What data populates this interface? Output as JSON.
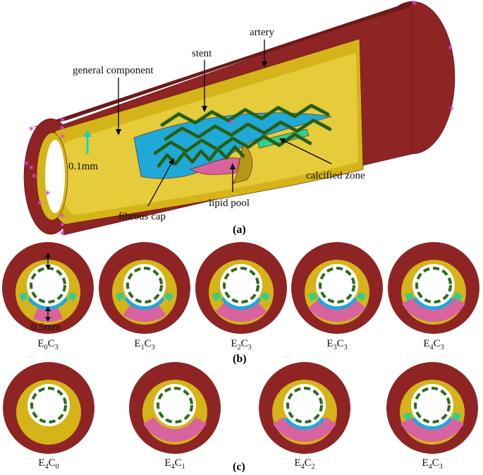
{
  "colors": {
    "artery": "#8E2424",
    "artery_dark": "#6E1A1A",
    "general_component": "#D4B418",
    "general_component_light": "#E6CB3A",
    "fibrous_cap": "#1EA9D8",
    "lipid_pool": "#D9639E",
    "calcified_zone": "#2FCF90",
    "stent": "#2E6B1E",
    "stent_dark": "#1E4A12",
    "marker": "#E040E0",
    "arrow_cyan": "#19D3C5"
  },
  "panel_a": {
    "label": "(a)",
    "callouts": {
      "artery": "artery",
      "stent": "stent",
      "general_component": "general component",
      "thickness": "0.1mm",
      "calcified_zone": "calcified zone",
      "lipid_pool": "lipid pool",
      "fibrous_cap": "fibrous cap"
    }
  },
  "panel_b": {
    "label": "(b)",
    "dimension": "0.5mm",
    "cases": [
      {
        "e": "0",
        "c": "3",
        "lipid": 0.1,
        "calcified": true
      },
      {
        "e": "1",
        "c": "3",
        "lipid": 0.4,
        "calcified": true
      },
      {
        "e": "2",
        "c": "3",
        "lipid": 0.6,
        "calcified": true
      },
      {
        "e": "3",
        "c": "3",
        "lipid": 0.8,
        "calcified": true
      },
      {
        "e": "4",
        "c": "3",
        "lipid": 1.0,
        "calcified": true
      }
    ]
  },
  "panel_c": {
    "label": "(c)",
    "cases": [
      {
        "e": "4",
        "c": "0",
        "lipid": 0.0,
        "cap": false,
        "calcified": false
      },
      {
        "e": "4",
        "c": "1",
        "lipid": 1.0,
        "cap": false,
        "calcified": false
      },
      {
        "e": "4",
        "c": "2",
        "lipid": 1.0,
        "cap": true,
        "calcified": false
      },
      {
        "e": "4",
        "c": "3",
        "lipid": 1.0,
        "cap": true,
        "calcified": true
      }
    ]
  },
  "letters": {
    "e": "E",
    "c": "C"
  }
}
